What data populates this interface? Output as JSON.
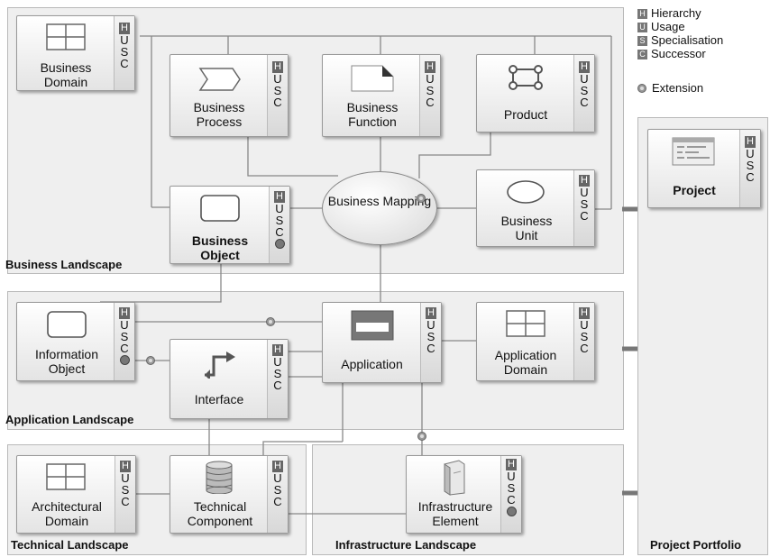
{
  "legend": {
    "hierarchy": "Hierarchy",
    "usage": "Usage",
    "specialisation": "Specialisation",
    "successor": "Successor",
    "extension": "Extension"
  },
  "layers": {
    "business": "Business Landscape",
    "application": "Application Landscape",
    "technical": "Technical Landscape",
    "infrastructure": "Infrastructure Landscape",
    "portfolio": "Project Portfolio"
  },
  "strip": {
    "h": "H",
    "u": "U",
    "s": "S",
    "c": "C"
  },
  "nodes": {
    "business_domain": "Business Domain",
    "business_process": "Business Process",
    "business_function": "Business Function",
    "product": "Product",
    "business_object": "Business Object",
    "business_mapping": "Business Mapping",
    "business_unit": "Business Unit",
    "information_object": "Information Object",
    "application": "Application",
    "application_domain": "Application Domain",
    "interface": "Interface",
    "architectural_domain": "Architectural Domain",
    "technical_component": "Technical Component",
    "infrastructure_element": "Infrastructure Element",
    "project": "Project"
  }
}
